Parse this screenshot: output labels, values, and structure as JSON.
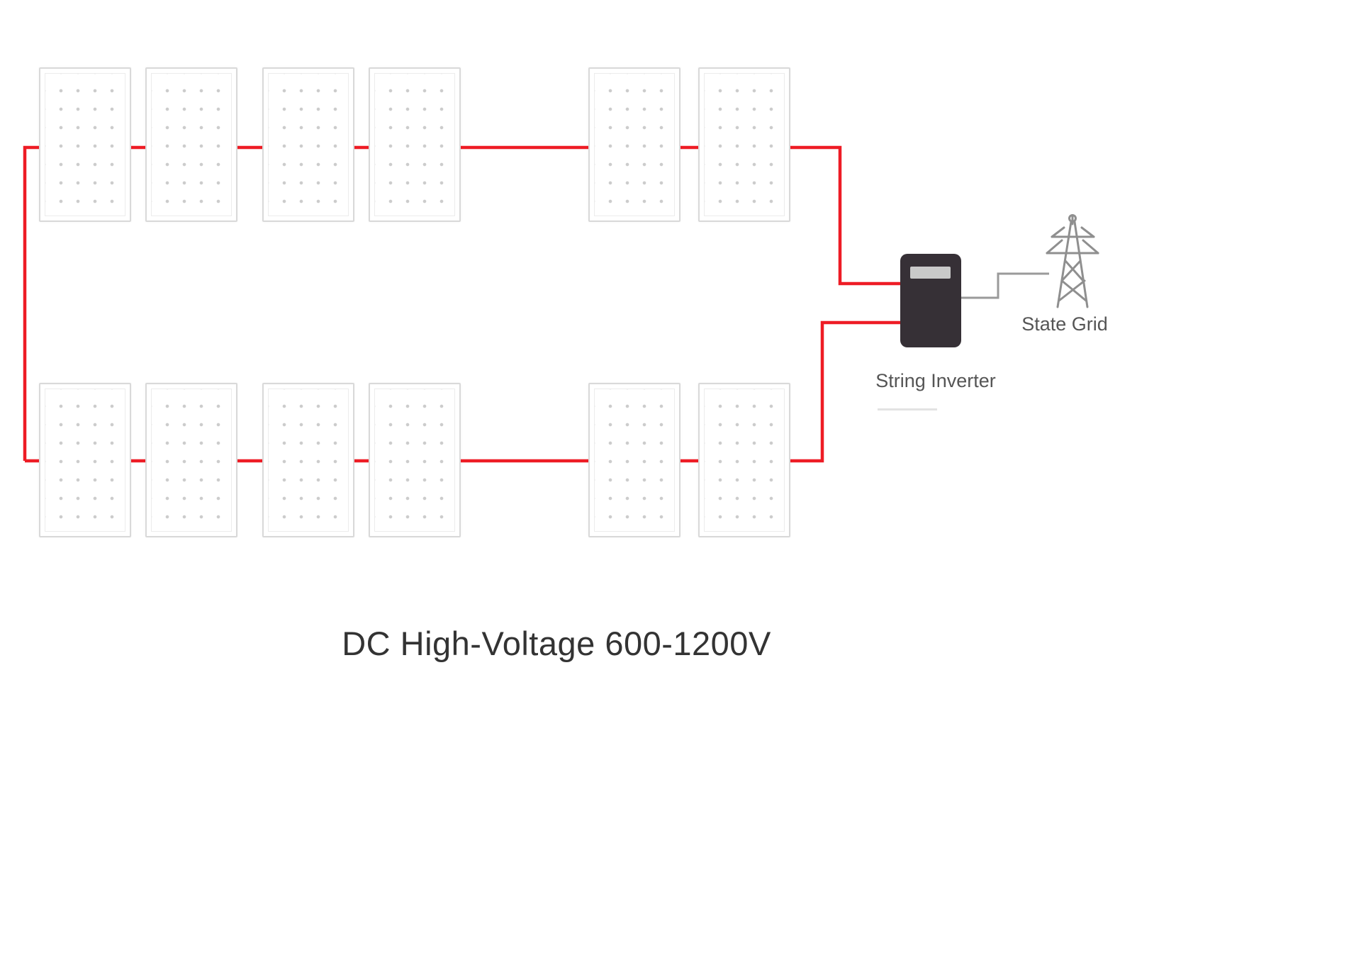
{
  "diagram": {
    "caption": "DC High-Voltage 600-1200V",
    "inverter_label": "String Inverter",
    "grid_label": "State Grid"
  },
  "panels": {
    "rows": 2,
    "per_row": 6,
    "total": 12
  },
  "colors": {
    "wire": "#ee1c25",
    "panel_border": "#d9d9d9",
    "panel_dot": "#cccccc",
    "inverter_body": "#363036",
    "inverter_screen": "#c9c9c9",
    "connector": "#9a9a9a",
    "tower": "#8f8f8f",
    "label_text": "#555555",
    "caption_text": "#333333"
  }
}
